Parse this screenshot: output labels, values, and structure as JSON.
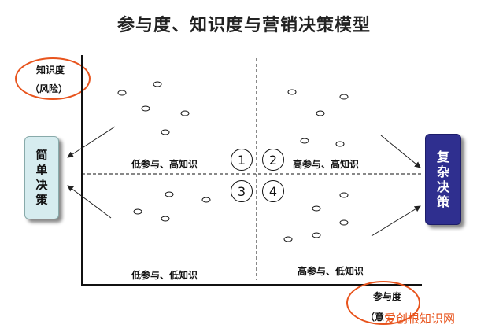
{
  "title": "参与度、知识度与营销决策模型",
  "y_axis": {
    "line1": "知识度",
    "line2": "（风险）"
  },
  "x_axis": {
    "line1": "参与度",
    "line2": "（意"
  },
  "left_box": "简单决策",
  "right_box": "复杂决策",
  "quadrants": {
    "q1": {
      "number": "1",
      "label": "低参与、高知识"
    },
    "q2": {
      "number": "2",
      "label": "高参与、高知识"
    },
    "q3": {
      "number": "3",
      "label": "低参与、低知识"
    },
    "q4": {
      "number": "4",
      "label": "高参与、低知识"
    }
  },
  "watermark": "爱创根知识网",
  "colors": {
    "accent_orange": "#e8541d",
    "left_box_fill": "#d6ecef",
    "right_box_fill": "#2f2f8f",
    "right_box_text": "#ffffff"
  }
}
